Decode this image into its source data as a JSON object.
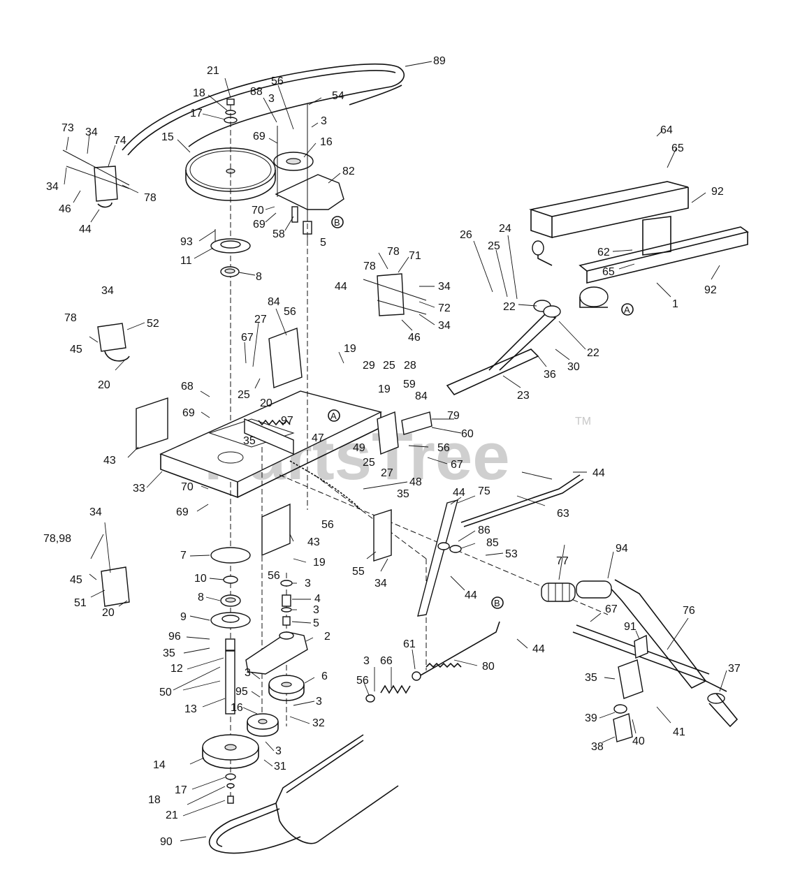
{
  "watermark": "PartsTree",
  "trademark": "TM",
  "reference_marks": [
    "A",
    "B"
  ],
  "labels": [
    {
      "id": "l89",
      "text": "89"
    },
    {
      "id": "l21a",
      "text": "21"
    },
    {
      "id": "l18a",
      "text": "18"
    },
    {
      "id": "l17a",
      "text": "17"
    },
    {
      "id": "l15",
      "text": "15"
    },
    {
      "id": "l88",
      "text": "88"
    },
    {
      "id": "l56a",
      "text": "56"
    },
    {
      "id": "l54",
      "text": "54"
    },
    {
      "id": "l3a",
      "text": "3"
    },
    {
      "id": "l3b",
      "text": "3"
    },
    {
      "id": "l69a",
      "text": "69"
    },
    {
      "id": "l16a",
      "text": "16"
    },
    {
      "id": "l82",
      "text": "82"
    },
    {
      "id": "l70a",
      "text": "70"
    },
    {
      "id": "l69b",
      "text": "69"
    },
    {
      "id": "l58",
      "text": "58"
    },
    {
      "id": "l5a",
      "text": "5"
    },
    {
      "id": "l73",
      "text": "73"
    },
    {
      "id": "l34a",
      "text": "34"
    },
    {
      "id": "l74",
      "text": "74"
    },
    {
      "id": "l34b",
      "text": "34"
    },
    {
      "id": "l78a",
      "text": "78"
    },
    {
      "id": "l46a",
      "text": "46"
    },
    {
      "id": "l44a",
      "text": "44"
    },
    {
      "id": "l93",
      "text": "93"
    },
    {
      "id": "l11",
      "text": "11"
    },
    {
      "id": "l8a",
      "text": "8"
    },
    {
      "id": "l64",
      "text": "64"
    },
    {
      "id": "l65a",
      "text": "65"
    },
    {
      "id": "l92a",
      "text": "92"
    },
    {
      "id": "l62",
      "text": "62"
    },
    {
      "id": "l65b",
      "text": "65"
    },
    {
      "id": "l92b",
      "text": "92"
    },
    {
      "id": "l1",
      "text": "1"
    },
    {
      "id": "l26",
      "text": "26"
    },
    {
      "id": "l25a",
      "text": "25"
    },
    {
      "id": "l24",
      "text": "24"
    },
    {
      "id": "l22a",
      "text": "22"
    },
    {
      "id": "l22b",
      "text": "22"
    },
    {
      "id": "l36",
      "text": "36"
    },
    {
      "id": "l30",
      "text": "30"
    },
    {
      "id": "l23",
      "text": "23"
    },
    {
      "id": "l78b",
      "text": "78"
    },
    {
      "id": "l71",
      "text": "71"
    },
    {
      "id": "l78c",
      "text": "78"
    },
    {
      "id": "l44b",
      "text": "44"
    },
    {
      "id": "l34c",
      "text": "34"
    },
    {
      "id": "l72",
      "text": "72"
    },
    {
      "id": "l34d",
      "text": "34"
    },
    {
      "id": "l46b",
      "text": "46"
    },
    {
      "id": "l34e",
      "text": "34"
    },
    {
      "id": "l78d",
      "text": "78"
    },
    {
      "id": "l52",
      "text": "52"
    },
    {
      "id": "l45a",
      "text": "45"
    },
    {
      "id": "l20a",
      "text": "20"
    },
    {
      "id": "l84a",
      "text": "84"
    },
    {
      "id": "l56b",
      "text": "56"
    },
    {
      "id": "l27a",
      "text": "27"
    },
    {
      "id": "l67a",
      "text": "67"
    },
    {
      "id": "l25b",
      "text": "25"
    },
    {
      "id": "l19a",
      "text": "19"
    },
    {
      "id": "l29",
      "text": "29"
    },
    {
      "id": "l25c",
      "text": "25"
    },
    {
      "id": "l28",
      "text": "28"
    },
    {
      "id": "l68",
      "text": "68"
    },
    {
      "id": "l19b",
      "text": "19"
    },
    {
      "id": "l59",
      "text": "59"
    },
    {
      "id": "l84b",
      "text": "84"
    },
    {
      "id": "l20b",
      "text": "20"
    },
    {
      "id": "l69c",
      "text": "69"
    },
    {
      "id": "l97",
      "text": "97"
    },
    {
      "id": "l79",
      "text": "79"
    },
    {
      "id": "l60",
      "text": "60"
    },
    {
      "id": "l43a",
      "text": "43"
    },
    {
      "id": "l35a",
      "text": "35"
    },
    {
      "id": "l47",
      "text": "47"
    },
    {
      "id": "l49",
      "text": "49"
    },
    {
      "id": "l56c",
      "text": "56"
    },
    {
      "id": "l25d",
      "text": "25"
    },
    {
      "id": "l27b",
      "text": "27"
    },
    {
      "id": "l67b",
      "text": "67"
    },
    {
      "id": "l33",
      "text": "33"
    },
    {
      "id": "l44c",
      "text": "44"
    },
    {
      "id": "l48",
      "text": "48"
    },
    {
      "id": "l70b",
      "text": "70"
    },
    {
      "id": "l35b",
      "text": "35"
    },
    {
      "id": "l44d",
      "text": "44"
    },
    {
      "id": "l75",
      "text": "75"
    },
    {
      "id": "l69d",
      "text": "69"
    },
    {
      "id": "l63",
      "text": "63"
    },
    {
      "id": "l56d",
      "text": "56"
    },
    {
      "id": "l34f",
      "text": "34"
    },
    {
      "id": "l7879",
      "text": "78,98"
    },
    {
      "id": "l43b",
      "text": "43"
    },
    {
      "id": "l86",
      "text": "86"
    },
    {
      "id": "l85",
      "text": "85"
    },
    {
      "id": "l53",
      "text": "53"
    },
    {
      "id": "l55",
      "text": "55"
    },
    {
      "id": "l34g",
      "text": "34"
    },
    {
      "id": "l7",
      "text": "7"
    },
    {
      "id": "l19c",
      "text": "19"
    },
    {
      "id": "l45b",
      "text": "45"
    },
    {
      "id": "l51",
      "text": "51"
    },
    {
      "id": "l20c",
      "text": "20"
    },
    {
      "id": "l10",
      "text": "10"
    },
    {
      "id": "l56e",
      "text": "56"
    },
    {
      "id": "l3c",
      "text": "3"
    },
    {
      "id": "l8b",
      "text": "8"
    },
    {
      "id": "l4",
      "text": "4"
    },
    {
      "id": "l3d",
      "text": "3"
    },
    {
      "id": "l44e",
      "text": "44"
    },
    {
      "id": "l94",
      "text": "94"
    },
    {
      "id": "l77",
      "text": "77"
    },
    {
      "id": "l9",
      "text": "9"
    },
    {
      "id": "l5b",
      "text": "5"
    },
    {
      "id": "l96",
      "text": "96"
    },
    {
      "id": "l2",
      "text": "2"
    },
    {
      "id": "l35c",
      "text": "35"
    },
    {
      "id": "l67c",
      "text": "67"
    },
    {
      "id": "l76",
      "text": "76"
    },
    {
      "id": "l12",
      "text": "12"
    },
    {
      "id": "l91",
      "text": "91"
    },
    {
      "id": "l50",
      "text": "50"
    },
    {
      "id": "l3e",
      "text": "3"
    },
    {
      "id": "l66",
      "text": "66"
    },
    {
      "id": "l61",
      "text": "61"
    },
    {
      "id": "l80",
      "text": "80"
    },
    {
      "id": "l44f",
      "text": "44"
    },
    {
      "id": "l6",
      "text": "6"
    },
    {
      "id": "l13",
      "text": "13"
    },
    {
      "id": "l95",
      "text": "95"
    },
    {
      "id": "l3f",
      "text": "3"
    },
    {
      "id": "l56f",
      "text": "56"
    },
    {
      "id": "l3g",
      "text": "3"
    },
    {
      "id": "l37",
      "text": "37"
    },
    {
      "id": "l35d",
      "text": "35"
    },
    {
      "id": "l16b",
      "text": "16"
    },
    {
      "id": "l32",
      "text": "32"
    },
    {
      "id": "l39",
      "text": "39"
    },
    {
      "id": "l40",
      "text": "40"
    },
    {
      "id": "l41",
      "text": "41"
    },
    {
      "id": "l38",
      "text": "38"
    },
    {
      "id": "l14",
      "text": "14"
    },
    {
      "id": "l3h",
      "text": "3"
    },
    {
      "id": "l31",
      "text": "31"
    },
    {
      "id": "l17b",
      "text": "17"
    },
    {
      "id": "l18b",
      "text": "18"
    },
    {
      "id": "l21b",
      "text": "21"
    },
    {
      "id": "l90",
      "text": "90"
    }
  ]
}
